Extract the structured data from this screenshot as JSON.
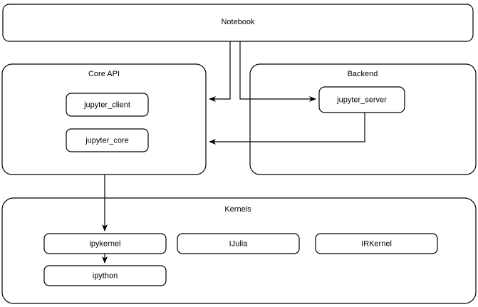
{
  "diagram": {
    "title": "Jupyter architecture block diagram",
    "colors": {
      "stroke": "#000000",
      "fill": "#ffffff",
      "text": "#000000"
    },
    "groups": {
      "notebook": {
        "label": "Notebook"
      },
      "core_api": {
        "label": "Core API"
      },
      "backend": {
        "label": "Backend"
      },
      "kernels": {
        "label": "Kernels"
      }
    },
    "nodes": {
      "jupyter_client": {
        "label": "jupyter_client"
      },
      "jupyter_core": {
        "label": "jupyter_core"
      },
      "jupyter_server": {
        "label": "jupyter_server"
      },
      "ipykernel": {
        "label": "ipykernel"
      },
      "ijulia": {
        "label": "IJulia"
      },
      "irkernel": {
        "label": "IRKernel"
      },
      "ipython": {
        "label": "ipython"
      }
    },
    "edges": [
      {
        "name": "notebook-to-core-api",
        "from": "Notebook",
        "to": "Core API",
        "arrow": "left"
      },
      {
        "name": "notebook-to-jupyter-server",
        "from": "Notebook",
        "to": "jupyter_server",
        "arrow": "right"
      },
      {
        "name": "jupyter-server-to-core-api",
        "from": "jupyter_server",
        "to": "Core API",
        "arrow": "left"
      },
      {
        "name": "core-api-to-ipykernel",
        "from": "Core API",
        "to": "ipykernel",
        "arrow": "down"
      },
      {
        "name": "ipykernel-to-ipython",
        "from": "ipykernel",
        "to": "ipython",
        "arrow": "down"
      }
    ]
  }
}
